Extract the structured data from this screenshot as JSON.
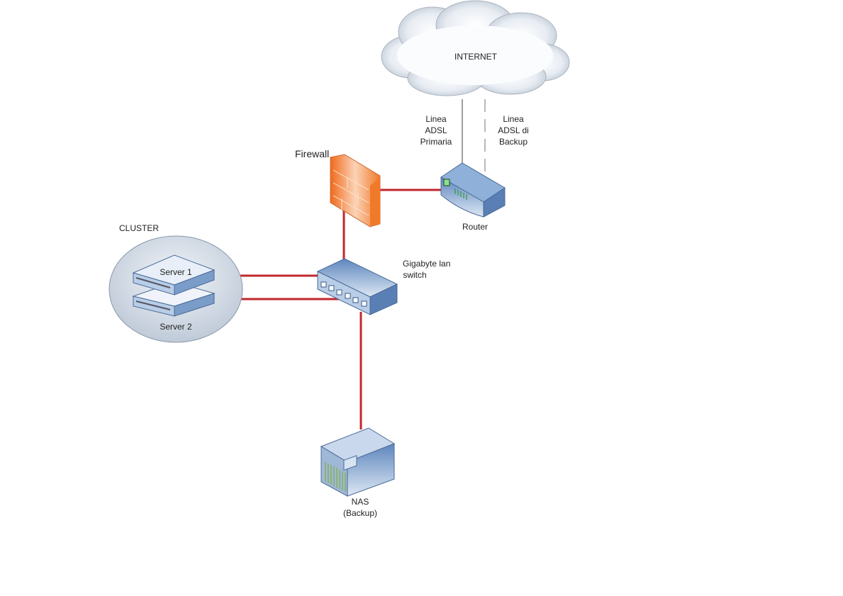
{
  "nodes": {
    "internet": {
      "label": "INTERNET"
    },
    "firewall": {
      "label": "Firewall"
    },
    "router": {
      "label": "Router"
    },
    "switch": {
      "label_lines": [
        "Gigabyte lan",
        "switch"
      ]
    },
    "cluster": {
      "label": "CLUSTER",
      "server1": "Server 1",
      "server2": "Server 2"
    },
    "nas": {
      "label_lines": [
        "NAS",
        "(Backup)"
      ]
    }
  },
  "links": {
    "primary": {
      "label_lines": [
        "Linea",
        "ADSL",
        "Primaria"
      ],
      "style": "solid"
    },
    "backup": {
      "label_lines": [
        "Linea",
        "ADSL di",
        "Backup"
      ],
      "style": "dashed"
    }
  },
  "colors": {
    "lan_link": "#c0272d",
    "wan_link": "#a0a0a0",
    "firewall": "#f07a2a",
    "device": "#6f93c4",
    "cluster": "#c9d4e2"
  }
}
